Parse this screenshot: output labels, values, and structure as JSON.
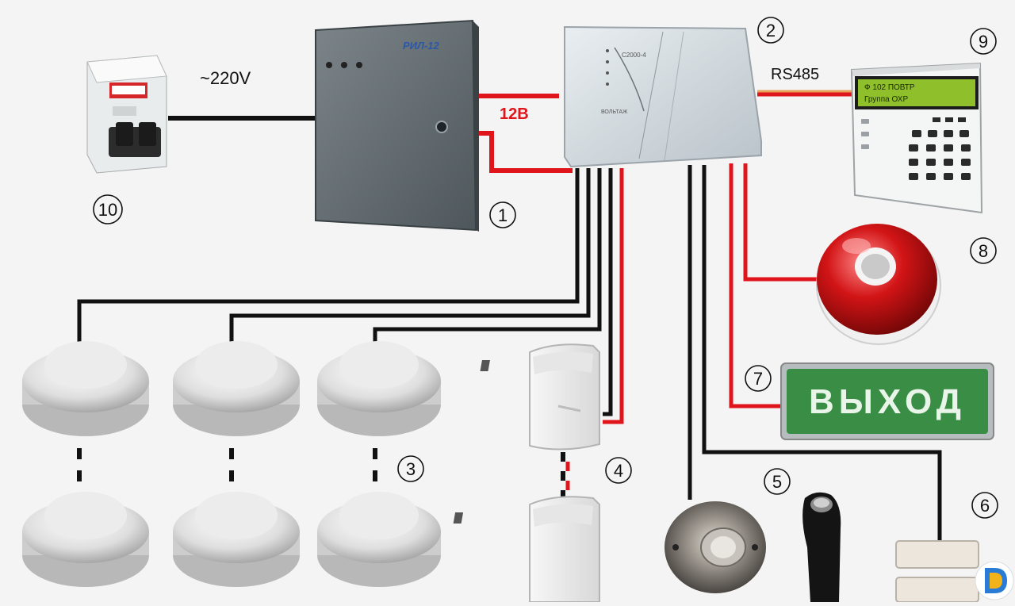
{
  "labels": {
    "voltage_ac": "~220V",
    "voltage_dc": "12В",
    "bus": "RS485",
    "psu_brand": "РИЛ-12",
    "controller_text": "С2000-4",
    "controller_subtext": "ВОЛЬТАЖ",
    "exit_sign": "ВЫХОД",
    "lcd_line1": "Ф  102  ПОВТР",
    "lcd_line2": "Группа  ОХР"
  },
  "numbers": {
    "n1": "1",
    "n2": "2",
    "n3": "3",
    "n4": "4",
    "n5": "5",
    "n6": "6",
    "n7": "7",
    "n8": "8",
    "n9": "9",
    "n10": "10"
  },
  "colors": {
    "wire_red": "#e0141b",
    "wire_black": "#111111",
    "wire_orange": "#e8a25a",
    "exit_green": "#3a8d45",
    "lcd_green": "#8fbf2a"
  }
}
